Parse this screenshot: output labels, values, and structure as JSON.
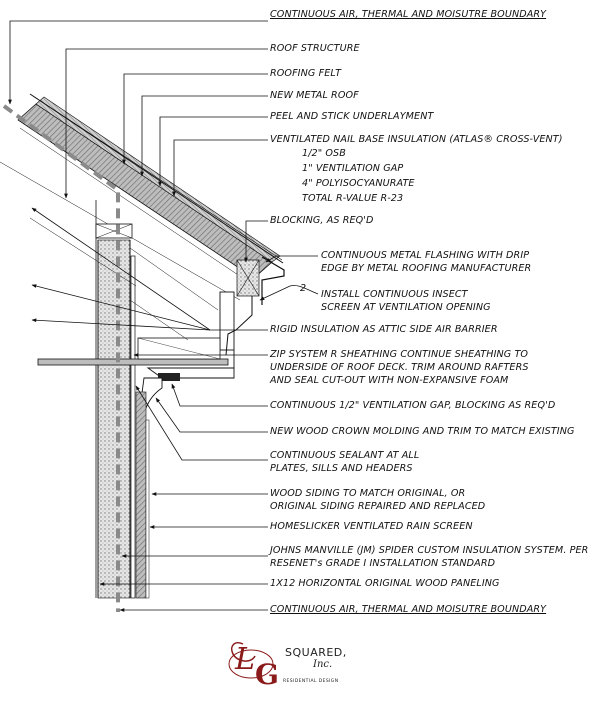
{
  "labels": {
    "boundary_top": "CONTINUOUS AIR, THERMAL AND MOISUTRE BOUNDARY",
    "roof_structure": "ROOF STRUCTURE",
    "roofing_felt": "ROOFING FELT",
    "new_metal_roof": "NEW METAL ROOF",
    "peel_stick": "PEEL AND STICK UNDERLAYMENT",
    "nailbase": "VENTILATED NAIL BASE INSULATION (ATLAS® CROSS-VENT)",
    "nailbase_1": "1/2\" OSB",
    "nailbase_2": "1\" VENTILATION GAP",
    "nailbase_3": "4\" POLYISOCYANURATE",
    "nailbase_4": "TOTAL R-VALUE R-23",
    "blocking": "BLOCKING, AS REQ'D",
    "flashing_1": "CONTINUOUS METAL FLASHING WITH DRIP",
    "flashing_2": "EDGE BY METAL ROOFING MANUFACTURER",
    "insect_1": "INSTALL CONTINUOUS INSECT",
    "insect_2": "SCREEN AT VENTILATION OPENING",
    "rigid": "RIGID INSULATION AS ATTIC SIDE AIR BARRIER",
    "zip_1": "ZIP SYSTEM R SHEATHING CONTINUE SHEATHING TO",
    "zip_2": "UNDERSIDE OF ROOF DECK. TRIM AROUND RAFTERS",
    "zip_3": "AND SEAL CUT-OUT WITH NON-EXPANSIVE FOAM",
    "vent_gap": "CONTINUOUS 1/2\" VENTILATION GAP, BLOCKING AS REQ'D",
    "crown": "NEW WOOD CROWN MOLDING AND TRIM TO MATCH EXISTING",
    "sealant_1": "CONTINUOUS SEALANT AT ALL",
    "sealant_2": "PLATES, SILLS AND HEADERS",
    "siding_1": "WOOD SIDING TO MATCH ORIGINAL, OR",
    "siding_2": "ORIGINAL SIDING REPAIRED AND REPLACED",
    "homeslicker": "HOMESLICKER VENTILATED RAIN SCREEN",
    "jm_1": "JOHNS MANVILLE (JM) SPIDER CUSTOM INSULATION SYSTEM. PER",
    "jm_2": "RESENET's GRADE I INSTALLATION STANDARD",
    "paneling": "1X12 HORIZONTAL ORIGINAL WOOD PANELING",
    "boundary_bottom": "CONTINUOUS AIR, THERMAL AND MOISUTRE BOUNDARY",
    "detail_tag": "2"
  },
  "logo": {
    "monogram_l": "L",
    "monogram_g": "G",
    "word": "SQUARED,",
    "inc": "Inc.",
    "tagline": "RESIDENTIAL DESIGN"
  },
  "colors": {
    "line": "#111111",
    "hatch": "#9a9a9a",
    "boundary": "#8a8a8a",
    "logo_red": "#8b1a1a"
  }
}
